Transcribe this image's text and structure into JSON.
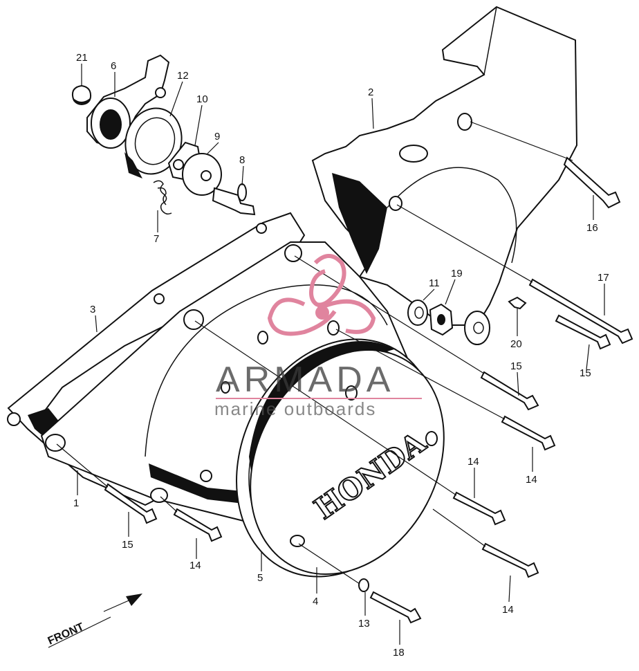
{
  "callouts": [
    {
      "id": "p21",
      "label": "21"
    },
    {
      "id": "p6",
      "label": "6"
    },
    {
      "id": "p12",
      "label": "12"
    },
    {
      "id": "p10",
      "label": "10"
    },
    {
      "id": "p9",
      "label": "9"
    },
    {
      "id": "p8",
      "label": "8"
    },
    {
      "id": "p7",
      "label": "7"
    },
    {
      "id": "p2",
      "label": "2"
    },
    {
      "id": "p16",
      "label": "16"
    },
    {
      "id": "p17",
      "label": "17"
    },
    {
      "id": "p11",
      "label": "11"
    },
    {
      "id": "p19",
      "label": "19"
    },
    {
      "id": "p20",
      "label": "20"
    },
    {
      "id": "p15a",
      "label": "15"
    },
    {
      "id": "p15b",
      "label": "15"
    },
    {
      "id": "p3",
      "label": "3"
    },
    {
      "id": "p14a",
      "label": "14"
    },
    {
      "id": "p14b",
      "label": "14"
    },
    {
      "id": "p1",
      "label": "1"
    },
    {
      "id": "p15c",
      "label": "15"
    },
    {
      "id": "p14c",
      "label": "14"
    },
    {
      "id": "p5",
      "label": "5"
    },
    {
      "id": "p4",
      "label": "4"
    },
    {
      "id": "p13",
      "label": "13"
    },
    {
      "id": "p18",
      "label": "18"
    },
    {
      "id": "p14d",
      "label": "14"
    }
  ],
  "cover_logo": "HONDA",
  "direction_label": "FRONT",
  "watermark": {
    "main": "ARMADA",
    "sub": "marine outboards"
  },
  "colors": {
    "ink": "#111111",
    "watermark_pink": "#e0849e",
    "watermark_gray": "#444444"
  }
}
